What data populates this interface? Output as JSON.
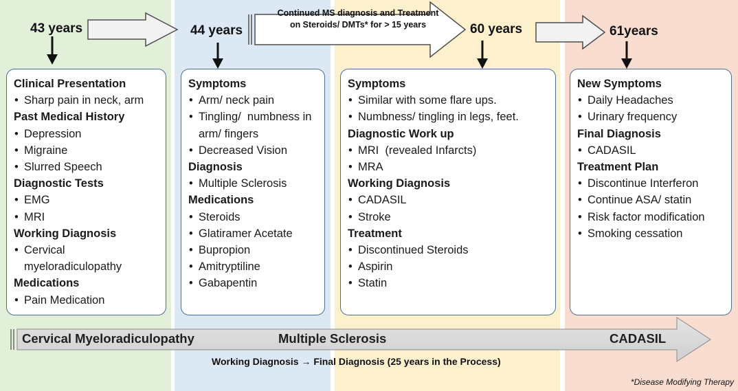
{
  "timeline": [
    {
      "age": "43 years",
      "sections": [
        {
          "heading": "Clinical Presentation",
          "items": [
            "Sharp pain in neck, arm"
          ]
        },
        {
          "heading": "Past Medical History",
          "items": [
            "Depression",
            "Migraine",
            "Slurred Speech"
          ]
        },
        {
          "heading": "Diagnostic Tests",
          "items": [
            "EMG",
            "MRI"
          ]
        },
        {
          "heading": "Working Diagnosis",
          "items": [
            "Cervical myeloradiculopathy"
          ]
        },
        {
          "heading": "Medications",
          "items": [
            "Pain Medication"
          ]
        }
      ]
    },
    {
      "age": "44 years",
      "sections": [
        {
          "heading": "Symptoms",
          "items": [
            "Arm/ neck pain",
            "Tingling/  numbness in arm/ fingers",
            "Decreased Vision"
          ]
        },
        {
          "heading": "Diagnosis",
          "items": [
            "Multiple Sclerosis"
          ]
        },
        {
          "heading": "Medications",
          "items": [
            "Steroids",
            "Glatiramer Acetate",
            "Bupropion",
            "Amitryptiline",
            "Gabapentin"
          ]
        }
      ]
    },
    {
      "age": "60 years",
      "sections": [
        {
          "heading": "Symptoms",
          "items": [
            "Similar with some flare ups.",
            "Numbness/ tingling in legs, feet."
          ]
        },
        {
          "heading": "Diagnostic Work up",
          "items": [
            "MRI  (revealed Infarcts)",
            "MRA"
          ]
        },
        {
          "heading": "Working Diagnosis",
          "items": [
            "CADASIL",
            "Stroke"
          ]
        },
        {
          "heading": "Treatment",
          "items": [
            "Discontinued Steroids",
            "Aspirin",
            "Statin"
          ]
        }
      ]
    },
    {
      "age": "61years",
      "sections": [
        {
          "heading": "New Symptoms",
          "items": [
            "Daily Headaches",
            "Urinary frequency"
          ]
        },
        {
          "heading": "Final Diagnosis",
          "items": [
            "CADASIL"
          ]
        },
        {
          "heading": "Treatment Plan",
          "items": [
            "Discontinue Interferon",
            "Continue ASA/ statin",
            "Risk factor modification",
            "Smoking cessation"
          ]
        }
      ]
    }
  ],
  "continued_text": [
    "Continued MS diagnosis and Treatment",
    "on Steroids/ DMTs* for > 15 years"
  ],
  "diagnosis_labels": [
    "Cervical Myeloradiculopathy",
    "Multiple Sclerosis",
    "CADASIL"
  ],
  "process_text": "Working Diagnosis → Final Diagnosis  (25 years in the Process)",
  "footnote": "*Disease Modifying Therapy",
  "colors": {
    "band_43": "#e2efd9",
    "band_44": "#dde8f5",
    "band_60": "#fdf0cd",
    "band_61": "#f9ddd0",
    "card_border": "#4a6f95",
    "big_arrow_fill": "#d9d9d9",
    "arrow_stroke": "#4d4d4d"
  }
}
